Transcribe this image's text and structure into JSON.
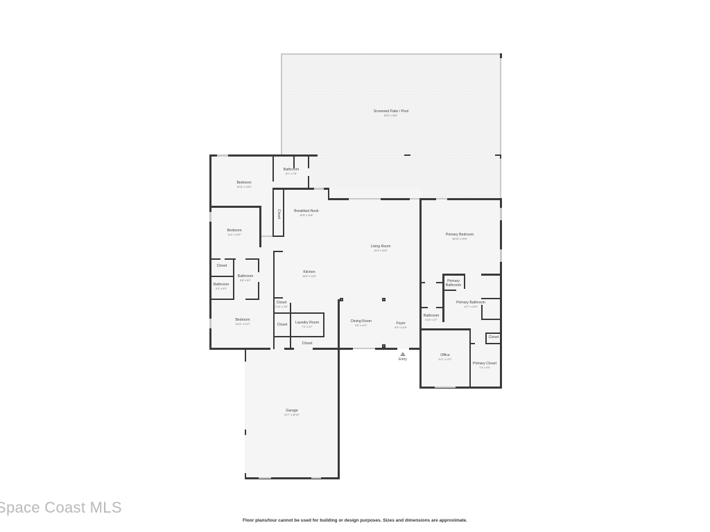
{
  "rooms": {
    "patio": {
      "name": "Screened Patio / Pool",
      "dim": "52'0\" x 34'1\""
    },
    "bedroom1": {
      "name": "Bedroom",
      "dim": "14'11\" x 10'0\""
    },
    "bath1": {
      "name": "Bathroom",
      "dim": "8'1\" x 7'8\""
    },
    "closet1": {
      "name": "Closet"
    },
    "nook": {
      "name": "Breakfast Nook",
      "dim": "10'5\" x 11'8\""
    },
    "bedroom2": {
      "name": "Bedroom",
      "dim": "11'4\" x 12'3\""
    },
    "living": {
      "name": "Living Room",
      "dim": "19'3\" x 23'3\""
    },
    "primary_bed": {
      "name": "Primary Bedroom",
      "dim": "18'10\" x 19'6\""
    },
    "closet2": {
      "name": "Closet"
    },
    "bath2": {
      "name": "Bathroom",
      "dim": "5'8\" x 9'2\""
    },
    "bath3": {
      "name": "Bathroom",
      "dim": "5'3\" x 5'3\""
    },
    "kitchen": {
      "name": "Kitchen",
      "dim": "15'5\" x 14'3\""
    },
    "primary_bath_wc": {
      "name": "Primary Bathroom"
    },
    "primary_bath": {
      "name": "Primary Bathroom",
      "dim": "12'7\" x 10'4\""
    },
    "closet3": {
      "name": "Closet",
      "dim": "2'10\" x 3'8\""
    },
    "bath4": {
      "name": "Bathroom",
      "dim": "4'10\" x 4'7\""
    },
    "bedroom3": {
      "name": "Bedroom",
      "dim": "14'11\" x 14'7\""
    },
    "closet4": {
      "name": "Closet"
    },
    "laundry": {
      "name": "Laundry Room",
      "dim": "7'3\" x 5'7\""
    },
    "dining": {
      "name": "Dining Room",
      "dim": "9'5\" x 12'1\""
    },
    "foyer": {
      "name": "Foyer",
      "dim": "9'0\" x 14'9\""
    },
    "closet5": {
      "name": "Closet"
    },
    "closet6": {
      "name": "Closet"
    },
    "office": {
      "name": "Office",
      "dim": "11'2\" x 13'7\""
    },
    "primary_closet": {
      "name": "Primary Closet",
      "dim": "7'3\" x 9'9\""
    },
    "garage": {
      "name": "Garage",
      "dim": "21'7\" x 32'10\""
    }
  },
  "entry_label": "Entry",
  "watermark": "Space Coast MLS",
  "disclaimer": "Floor plans/tour cannot be used for building or design purposes. Sizes and dimensions are approximate."
}
